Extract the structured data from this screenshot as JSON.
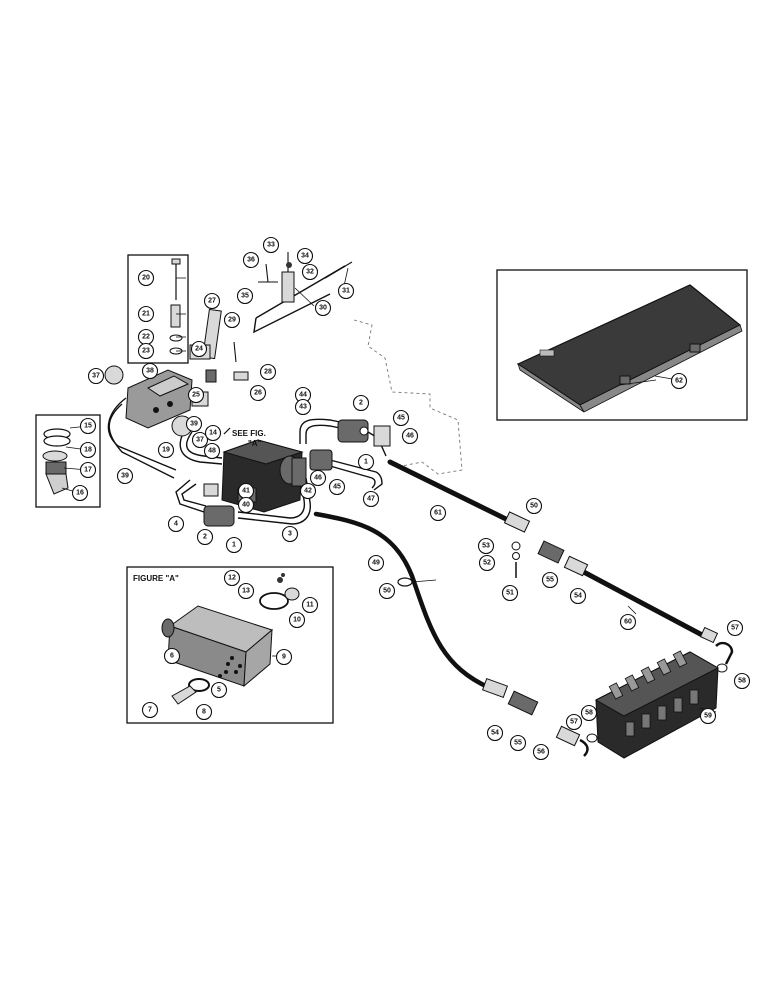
{
  "figure": {
    "see_fig_label": "SEE FIG.",
    "see_fig_ref": "\"A\"",
    "inset_title": "FIGURE \"A\""
  },
  "callouts": {
    "n1a": "1",
    "n1b": "1",
    "n2a": "2",
    "n2b": "2",
    "n3": "3",
    "n4": "4",
    "n5": "5",
    "n6": "6",
    "n7": "7",
    "n8": "8",
    "n9": "9",
    "n10": "10",
    "n11": "11",
    "n12": "12",
    "n13": "13",
    "n14": "14",
    "n15": "15",
    "n16": "16",
    "n17": "17",
    "n18": "18",
    "n19": "19",
    "n20": "20",
    "n21": "21",
    "n22": "22",
    "n23": "23",
    "n24": "24",
    "n25": "25",
    "n26": "26",
    "n27": "27",
    "n28": "28",
    "n29": "29",
    "n30": "30",
    "n31": "31",
    "n32": "32",
    "n33": "33",
    "n34": "34",
    "n35": "35",
    "n36": "36",
    "n37": "37",
    "n38": "38",
    "n39": "39",
    "n39b": "39",
    "n40": "40",
    "n41": "41",
    "n42": "42",
    "n43": "43",
    "n44": "44",
    "n45a": "45",
    "n45b": "45",
    "n46a": "46",
    "n46b": "46",
    "n47": "47",
    "n48": "48",
    "n49": "49",
    "n50": "50",
    "n50b": "50",
    "n51": "51",
    "n52": "52",
    "n53": "53",
    "n54a": "54",
    "n54b": "54",
    "n55a": "55",
    "n55b": "55",
    "n56": "56",
    "n57a": "57",
    "n57b": "57",
    "n58a": "58",
    "n58b": "58",
    "n59": "59",
    "n60": "60",
    "n61": "61",
    "n62": "62"
  }
}
